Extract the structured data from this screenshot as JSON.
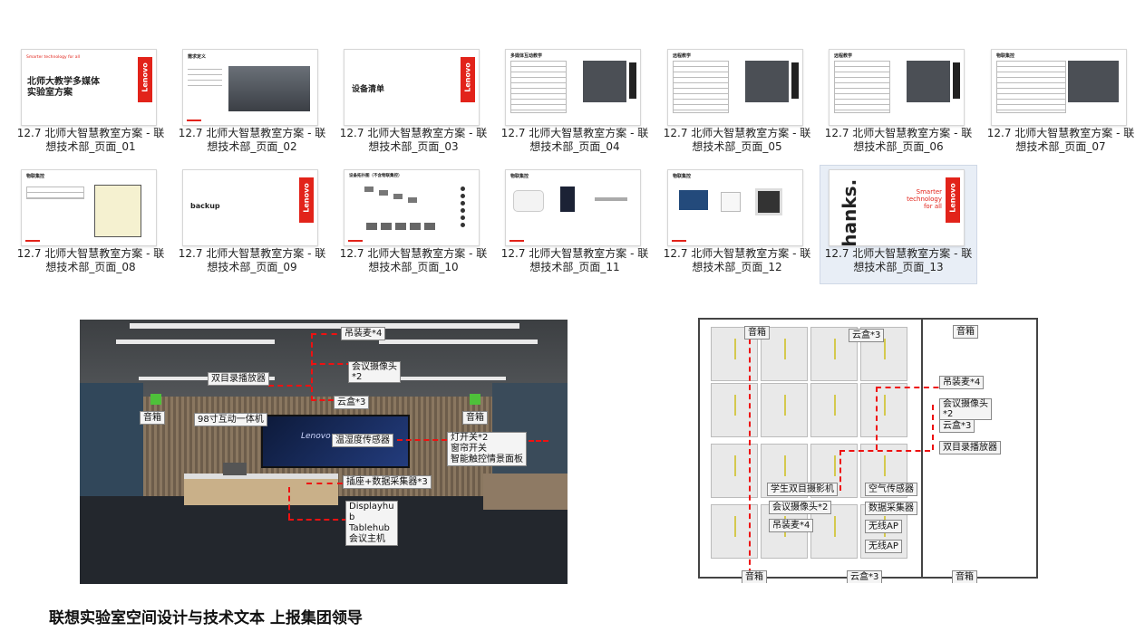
{
  "thumbnails": [
    {
      "line1": "12.7 北师大智慧教室方案 - 联",
      "line2": "想技术部_页面_01",
      "slide_title": "北师大教学多媒体\n实验室方案",
      "slide_tag": "Smarter technology for all"
    },
    {
      "line1": "12.7 北师大智慧教室方案 - 联",
      "line2": "想技术部_页面_02",
      "slide_title": "需求定义"
    },
    {
      "line1": "12.7 北师大智慧教室方案 - 联",
      "line2": "想技术部_页面_03",
      "slide_title": "设备清单"
    },
    {
      "line1": "12.7 北师大智慧教室方案 - 联",
      "line2": "想技术部_页面_04",
      "slide_title": "多媒体互动教学"
    },
    {
      "line1": "12.7 北师大智慧教室方案 - 联",
      "line2": "想技术部_页面_05",
      "slide_title": "远程教学"
    },
    {
      "line1": "12.7 北师大智慧教室方案 - 联",
      "line2": "想技术部_页面_06",
      "slide_title": "远程教学"
    },
    {
      "line1": "12.7 北师大智慧教室方案 - 联",
      "line2": "想技术部_页面_07",
      "slide_title": "物联集控"
    },
    {
      "line1": "12.7 北师大智慧教室方案 - 联",
      "line2": "想技术部_页面_08",
      "slide_title": "物联集控"
    },
    {
      "line1": "12.7 北师大智慧教室方案 - 联",
      "line2": "想技术部_页面_09",
      "slide_title": "backup"
    },
    {
      "line1": "12.7 北师大智慧教室方案 - 联",
      "line2": "想技术部_页面_10",
      "slide_title": "设备拓扑图（不含物联集控）"
    },
    {
      "line1": "12.7 北师大智慧教室方案 - 联",
      "line2": "想技术部_页面_11",
      "slide_title": "物联集控"
    },
    {
      "line1": "12.7 北师大智慧教室方案 - 联",
      "line2": "想技术部_页面_12",
      "slide_title": "物联集控"
    },
    {
      "line1": "12.7 北师大智慧教室方案 - 联",
      "line2": "想技术部_页面_13",
      "slide_title": "thanks.",
      "slide_tag": "Smarter\ntechnology\nfor all"
    }
  ],
  "brand": "Lenovo",
  "room_labels": {
    "mic": "吊装麦*4",
    "meeting_cam": "会议摄像头\n*2",
    "dual_recorder": "双目录播放器",
    "cloud_box": "云盒*3",
    "speaker_left": "音箱",
    "speaker_right": "音箱",
    "display": "98寸互动一体机",
    "sensor": "温湿度传感器",
    "switches": "灯开关*2\n窗帘开关\n智能触控情景面板",
    "socket": "插座+数据采集器*3",
    "hub": "Displayhu\nb\nTablehub\n会议主机"
  },
  "plan_labels": {
    "speaker_tl": "音箱",
    "cloud_top": "云盒*3",
    "speaker_tr": "音箱",
    "mic": "吊装麦*4",
    "meeting_cam": "会议摄像头\n*2",
    "cloud_right": "云盒*3",
    "dual_recorder": "双目录播放器",
    "student_cam": "学生双目摄影机",
    "air_sensor": "空气传感器",
    "meeting_cam2": "会议摄像头*2",
    "data_collector": "数据采集器",
    "mic2": "吊装麦*4",
    "ap1": "无线AP",
    "ap2": "无线AP",
    "speaker_bl": "音箱",
    "cloud_bottom": "云盒*3",
    "speaker_br": "音箱"
  },
  "footer_title": "联想实验室空间设计与技术文本   上报集团领导",
  "colors": {
    "lenovo_red": "#e2231a",
    "label_bg": "#f4f4f4",
    "dash": "#e11111",
    "selection": "#e8eef6"
  }
}
